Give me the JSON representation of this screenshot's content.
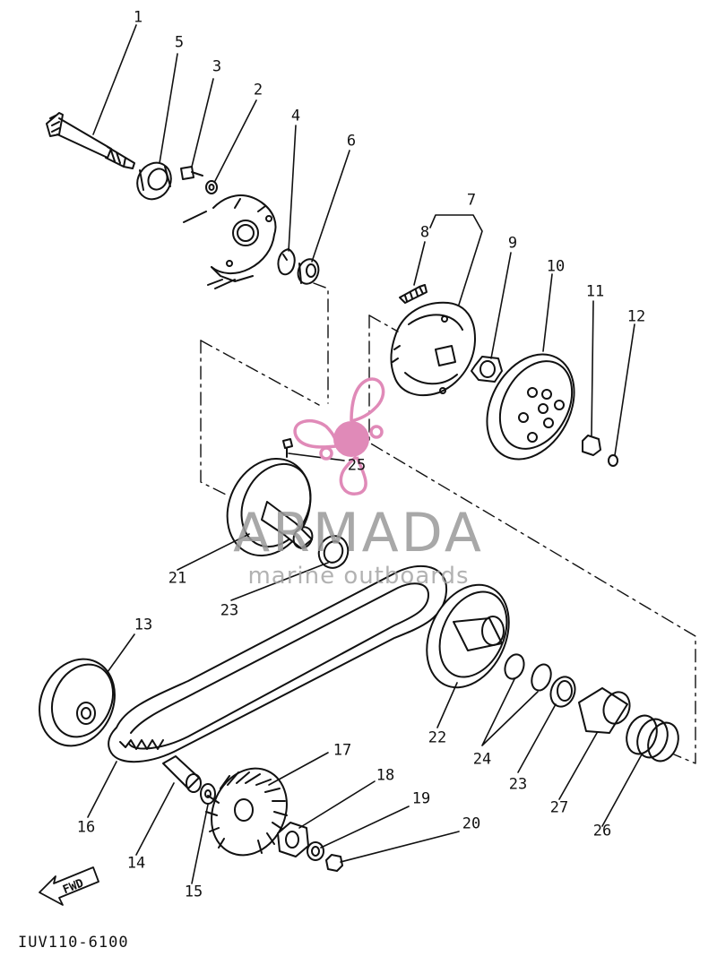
{
  "diagram": {
    "parts": [
      {
        "id": "1",
        "label": "1"
      },
      {
        "id": "2",
        "label": "2"
      },
      {
        "id": "3",
        "label": "3"
      },
      {
        "id": "4",
        "label": "4"
      },
      {
        "id": "5",
        "label": "5"
      },
      {
        "id": "6",
        "label": "6"
      },
      {
        "id": "7",
        "label": "7"
      },
      {
        "id": "8",
        "label": "8"
      },
      {
        "id": "9",
        "label": "9"
      },
      {
        "id": "10",
        "label": "10"
      },
      {
        "id": "11",
        "label": "11"
      },
      {
        "id": "12",
        "label": "12"
      },
      {
        "id": "13",
        "label": "13"
      },
      {
        "id": "14",
        "label": "14"
      },
      {
        "id": "15",
        "label": "15"
      },
      {
        "id": "16",
        "label": "16"
      },
      {
        "id": "17",
        "label": "17"
      },
      {
        "id": "18",
        "label": "18"
      },
      {
        "id": "19",
        "label": "19"
      },
      {
        "id": "20",
        "label": "20"
      },
      {
        "id": "21",
        "label": "21"
      },
      {
        "id": "22",
        "label": "22"
      },
      {
        "id": "23a",
        "label": "23"
      },
      {
        "id": "23b",
        "label": "23"
      },
      {
        "id": "24",
        "label": "24"
      },
      {
        "id": "25",
        "label": "25"
      },
      {
        "id": "26",
        "label": "26"
      },
      {
        "id": "27",
        "label": "27"
      }
    ],
    "direction_label": "FWD",
    "figure_code": "IUV110-6100"
  },
  "watermark": {
    "brand": "ARMADA",
    "tagline": "marine outboards",
    "logo_color": "#e08ab8",
    "text_color": "#9a9a9a"
  }
}
